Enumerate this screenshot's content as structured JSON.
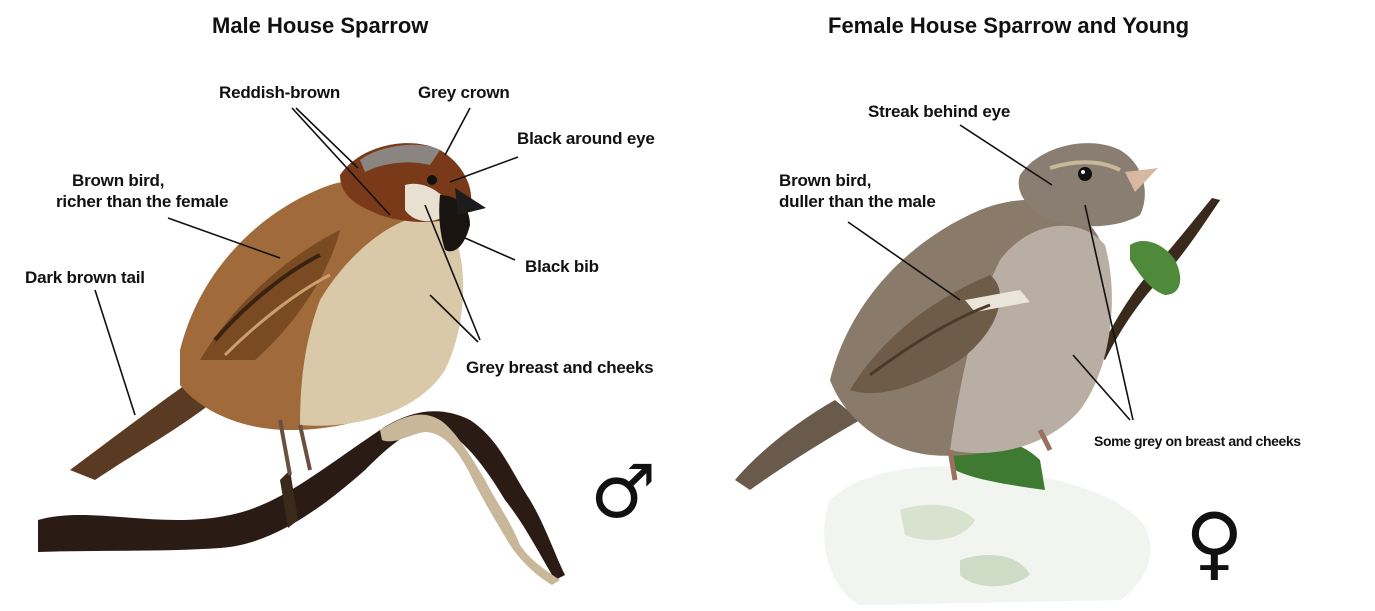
{
  "male": {
    "title": "Male House Sparrow",
    "labels": {
      "reddish_brown": "Reddish-brown",
      "grey_crown": "Grey crown",
      "black_around_eye": "Black around eye",
      "brown_bird_line1": "Brown bird,",
      "brown_bird_line2": "richer than the female",
      "dark_brown_tail": "Dark brown tail",
      "black_bib": "Black bib",
      "grey_breast": "Grey breast and cheeks"
    },
    "symbol": "♂"
  },
  "female": {
    "title": "Female House Sparrow and Young",
    "labels": {
      "streak_behind_eye": "Streak behind eye",
      "brown_bird_line1": "Brown bird,",
      "brown_bird_line2": "duller than the male",
      "some_grey": "Some grey on breast and cheeks"
    },
    "symbol": "♀"
  },
  "colors": {
    "line": "#111111",
    "male_plumage": "#a06a3a",
    "male_chestnut": "#7a3a1a",
    "male_breast": "#d9c9a8",
    "female_plumage": "#8a7a6a",
    "female_breast": "#b8aea4",
    "branch": "#2a1c14",
    "leaf": "#4f8a3a"
  }
}
